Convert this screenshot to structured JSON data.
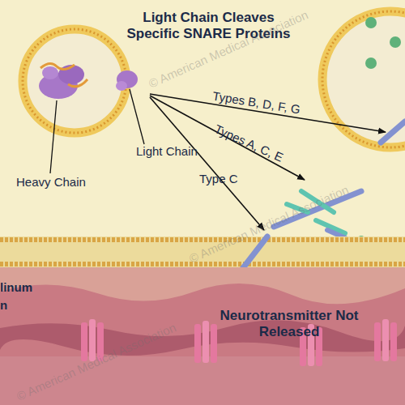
{
  "diagram": {
    "title": "Light Chain Cleaves Specific SNARE Proteins",
    "labels": [
      "Heavy Chain",
      "Light Chain",
      "Types B, D, F, G",
      "Types A, C, E",
      "Type C",
      "linum",
      "n",
      "Neurotransmitter Not Released",
      "© American Medical Association",
      "© American Medical Association",
      "© American Medical Association"
    ]
  }
}
